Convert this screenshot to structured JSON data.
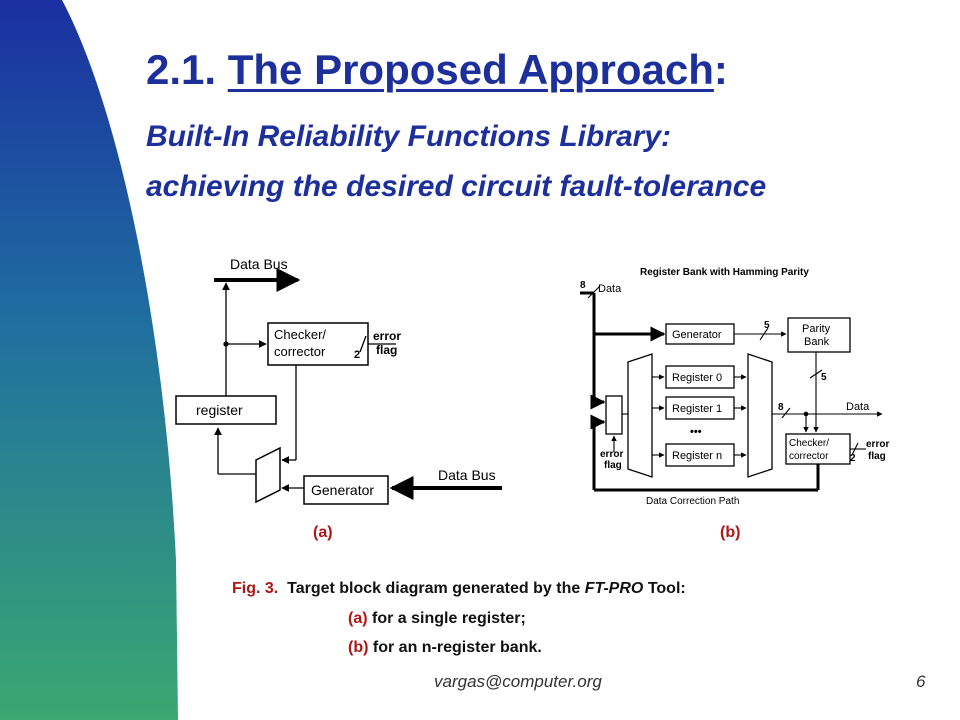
{
  "slide": {
    "title_number": "2.1.",
    "title_main": "The Proposed Approach",
    "title_colon": ":",
    "subtitle_line1": "Built-In Reliability Functions Library:",
    "subtitle_line2": "achieving the desired circuit fault-tolerance"
  },
  "diagram_a": {
    "data_bus_top": "Data Bus",
    "checker_line1": "Checker/",
    "checker_line2": "corrector",
    "bus_width": "2",
    "error_line1": "error",
    "error_line2": "flag",
    "register": "register",
    "generator": "Generator",
    "data_bus_in": "Data Bus",
    "label": "(a)"
  },
  "diagram_b": {
    "title": "Register Bank with Hamming Parity",
    "data_width": "8",
    "data_in": "Data",
    "generator": "Generator",
    "parity_width": "5",
    "parity_line1": "Parity",
    "parity_line2": "Bank",
    "parity_out_width": "5",
    "register0": "Register 0",
    "register1": "Register 1",
    "ellipsis": "•••",
    "registern": "Register n",
    "out_width": "8",
    "data_out": "Data",
    "checker_line1": "Checker/",
    "checker_line2": "corrector",
    "flag_width": "2",
    "error_line1": "error",
    "error_line2": "flag",
    "left_error_line1": "error",
    "left_error_line2": "flag",
    "correction_path": "Data Correction Path",
    "label": "(b)"
  },
  "caption": {
    "fig_label": "Fig. 3.",
    "text_before_tool": "Target block diagram generated by the",
    "tool_name": "FT-PRO",
    "text_after_tool": "Tool:",
    "item_a_label": "(a)",
    "item_a_text": "for a single register;",
    "item_b_label": "(b)",
    "item_b_text": "for an n-register bank."
  },
  "footer": {
    "email": "vargas@computer.org",
    "page_number": "6"
  },
  "colors": {
    "title": "#1c2f9a",
    "accent_red": "#b01515",
    "curve_top": "#1a2fa0",
    "curve_bottom": "#3aa870"
  }
}
